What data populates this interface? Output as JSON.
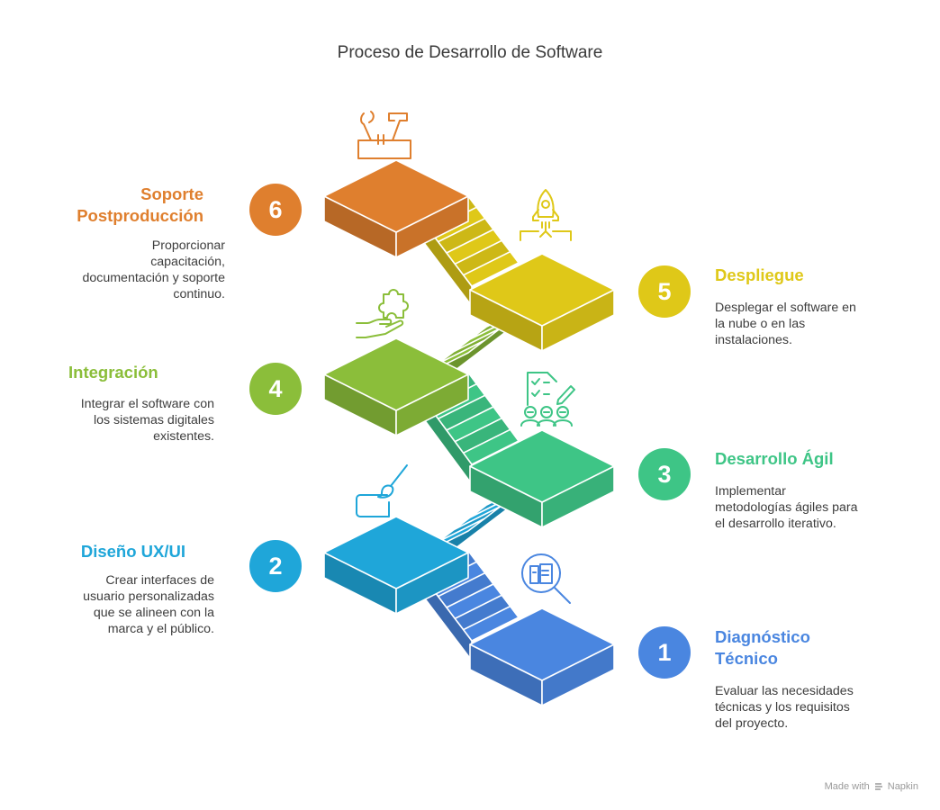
{
  "title": "Proceso de Desarrollo de Software",
  "credit": {
    "made_with": "Made with",
    "brand": "Napkin"
  },
  "steps": [
    {
      "number": "1",
      "heading": "Diagnóstico\nTécnico",
      "description": "Evaluar las necesidades\ntécnicas y los requisitos\ndel proyecto.",
      "color": "#4a86e0",
      "icon": "document-search-icon"
    },
    {
      "number": "2",
      "heading": "Diseño UX/UI",
      "description": "Crear interfaces de\nusuario personalizadas\nque se alineen con la\nmarca y el público.",
      "color": "#1fa6d9",
      "icon": "paintbrush-icon"
    },
    {
      "number": "3",
      "heading": "Desarrollo Ágil",
      "description": "Implementar\nmetodologías ágiles para\nel desarrollo iterativo.",
      "color": "#3ec586",
      "icon": "team-checklist-icon"
    },
    {
      "number": "4",
      "heading": "Integración",
      "description": "Integrar el software con\nlos sistemas digitales\nexistentes.",
      "color": "#8bbe3a",
      "icon": "puzzle-hand-icon"
    },
    {
      "number": "5",
      "heading": "Despliegue",
      "description": "Desplegar el software en\nla nube o en las\ninstalaciones.",
      "color": "#dfc818",
      "icon": "rocket-icon"
    },
    {
      "number": "6",
      "heading": "Soporte\nPostproducción",
      "description": "Proporcionar\ncapacitación,\ndocumentación y soporte\ncontinuo.",
      "color": "#df7f2e",
      "icon": "toolbox-icon"
    }
  ]
}
